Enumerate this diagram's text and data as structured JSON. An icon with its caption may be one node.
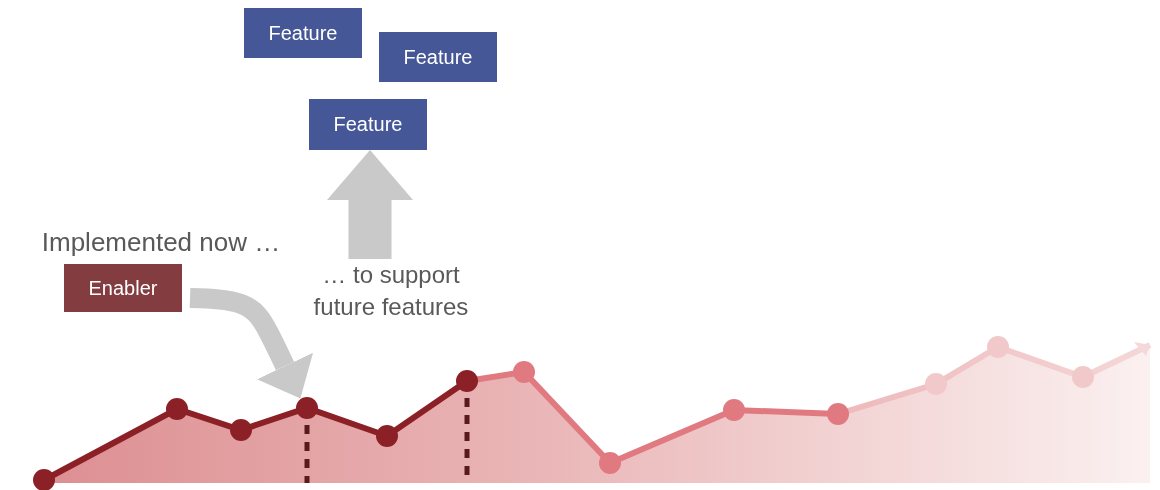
{
  "diagram": {
    "nodes": [
      {
        "text": [
          "Feature"
        ]
      },
      {
        "text": [
          "Feature"
        ]
      },
      {
        "text": [
          "Feature"
        ]
      },
      {
        "text": [
          "Implemented now …"
        ]
      },
      {
        "text": [
          "Enabler"
        ]
      },
      {
        "text": [
          "… to support future features"
        ]
      },
      {
        "text": [],
        "shape": "circle"
      }
    ],
    "edges": [
      {
        "from": 4,
        "to": 6,
        "arrow": "to"
      },
      {
        "from": 5,
        "to": 2,
        "arrow": "to",
        "style": "thick"
      }
    ]
  }
}
